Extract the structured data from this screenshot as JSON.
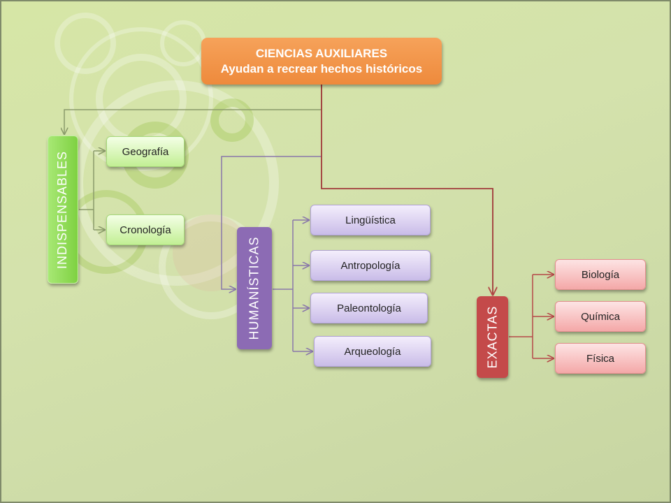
{
  "root": {
    "title": "CIENCIAS AUXILIARES",
    "subtitle": "Ayudan a recrear hechos históricos"
  },
  "categories": {
    "indispensables": {
      "label": "INDISPENSABLES",
      "items": [
        "Geografía",
        "Cronología"
      ]
    },
    "humanisticas": {
      "label": "HUMANÍSTICAS",
      "items": [
        "Lingüística",
        "Antropología",
        "Paleontología",
        "Arqueología"
      ]
    },
    "exactas": {
      "label": "EXACTAS",
      "items": [
        "Biología",
        "Química",
        "Física"
      ]
    }
  },
  "colors": {
    "root": "#ee8a3c",
    "indispensables": "#7fd142",
    "humanisticas": "#8c6bb4",
    "exactas": "#c44a4a",
    "connector_root": "#a13a3a",
    "connector_green": "#8a9a6a",
    "connector_purple": "#8a78aa",
    "connector_red": "#b54848"
  }
}
